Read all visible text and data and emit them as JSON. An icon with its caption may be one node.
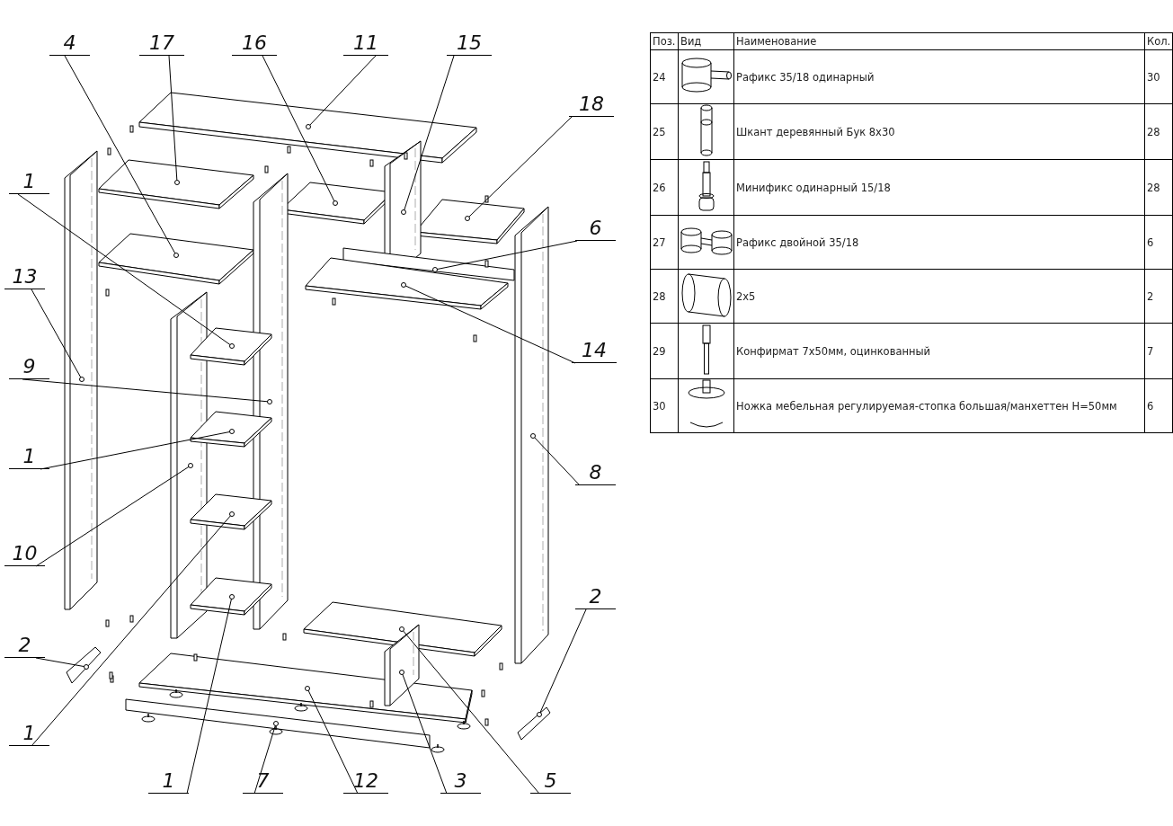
{
  "diagram": {
    "nodes": [
      {
        "text": [
          "4"
        ]
      },
      {
        "text": [
          "17"
        ]
      },
      {
        "text": [
          "16"
        ]
      },
      {
        "text": [
          "11"
        ]
      },
      {
        "text": [
          "15"
        ]
      },
      {
        "text": [
          "18"
        ]
      },
      {
        "text": [
          "1"
        ]
      },
      {
        "text": [
          "6"
        ]
      },
      {
        "text": [
          "13"
        ]
      },
      {
        "text": [
          "14"
        ]
      },
      {
        "text": [
          "9"
        ]
      },
      {
        "text": [
          "1"
        ]
      },
      {
        "text": [
          "8"
        ]
      },
      {
        "text": [
          "10"
        ]
      },
      {
        "text": [
          "2"
        ]
      },
      {
        "text": [
          "2"
        ]
      },
      {
        "text": [
          "1"
        ]
      },
      {
        "text": [
          "1"
        ]
      },
      {
        "text": [
          "7"
        ]
      },
      {
        "text": [
          "12"
        ]
      },
      {
        "text": [
          "3"
        ]
      },
      {
        "text": [
          "5"
        ]
      }
    ],
    "edges": [
      {
        "from": 0,
        "to": null,
        "arrow": "other"
      },
      {
        "from": 1,
        "to": null,
        "arrow": "other"
      },
      {
        "from": 2,
        "to": null,
        "arrow": "other"
      },
      {
        "from": 3,
        "to": null,
        "arrow": "other"
      },
      {
        "from": 4,
        "to": null,
        "arrow": "other"
      },
      {
        "from": 5,
        "to": null,
        "arrow": "other"
      },
      {
        "from": 6,
        "to": null,
        "arrow": "other"
      },
      {
        "from": 7,
        "to": null,
        "arrow": "other"
      },
      {
        "from": 8,
        "to": null,
        "arrow": "other"
      },
      {
        "from": 9,
        "to": null,
        "arrow": "other"
      },
      {
        "from": 10,
        "to": null,
        "arrow": "other"
      },
      {
        "from": 11,
        "to": null,
        "arrow": "other"
      },
      {
        "from": 12,
        "to": null,
        "arrow": "other"
      },
      {
        "from": 13,
        "to": null,
        "arrow": "other"
      },
      {
        "from": 14,
        "to": null,
        "arrow": "other"
      },
      {
        "from": 15,
        "to": null,
        "arrow": "other"
      },
      {
        "from": 16,
        "to": null,
        "arrow": "other"
      },
      {
        "from": 17,
        "to": null,
        "arrow": "other"
      },
      {
        "from": 18,
        "to": null,
        "arrow": "other"
      },
      {
        "from": 19,
        "to": null,
        "arrow": "other"
      },
      {
        "from": 20,
        "to": null,
        "arrow": "other"
      },
      {
        "from": 21,
        "to": null,
        "arrow": "other"
      }
    ],
    "labels": [
      "Поз.",
      "Вид",
      "Наименование",
      "Кол.",
      "24",
      "Рафикс 35/18 одинарный",
      "30",
      "25",
      "Шкант деревянный Бук 8x30",
      "28",
      "26",
      "Минификс одинарный 15/18",
      "28",
      "27",
      "Рафикс двойной 35/18",
      "6",
      "28",
      "2x5",
      "2",
      "29",
      "Конфирмат 7x50мм, оцинкованный",
      "7",
      "30",
      "Ножка мебельная регулируемая-стопка большая/манхеттен H=50мм",
      "6"
    ]
  }
}
